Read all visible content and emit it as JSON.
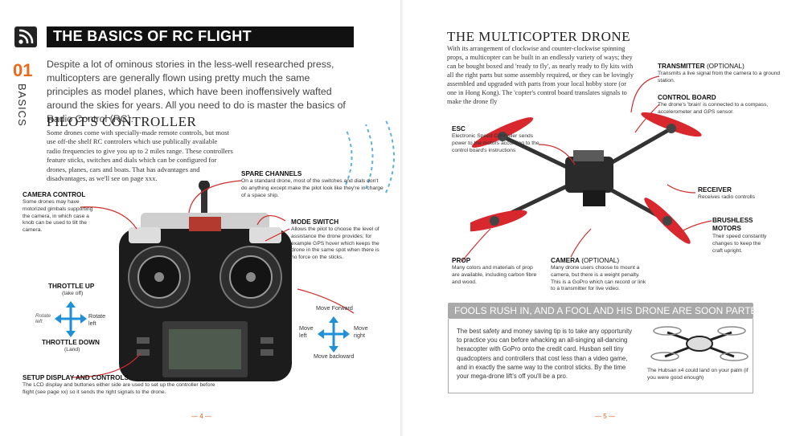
{
  "left": {
    "title": "THE BASICS OF RC FLIGHT",
    "section_number": "01",
    "section_name": "BASICS",
    "intro": "Despite a lot of ominous stories in the less-well researched press, multicopters are generally flown using pretty much the same principles as model planes, which have been inoffensively wafted around the skies for years. All you need to do is master the basics of Radio Control (RC).",
    "pilots_heading": "PILOT'S CONTROLLER",
    "pilots_body": "Some drones come with specially-made remote controls, but most use off-the shelf RC controlers which use publically available radio frequencies to give you up to 2 miles range. These controllers feature sticks, switches and dials which can be configured for drones, planes, cars and boats. That has advantages and disadvantages, as we'll see on page xxx.",
    "camera_control": {
      "label": "CAMERA CONTROL",
      "text": "Some drones may have motorized gimbals supporting the camera, in which case a knob can be used to tilt the camera."
    },
    "spare_channels": {
      "label": "SPARE CHANNELS",
      "text": "On a standard drone, most of the switches and dials don't do anything except make the pilot look like they're in charge of a space ship."
    },
    "mode_switch": {
      "label": "MODE SWITCH",
      "text": "Allows the pilot to choose the level of assistance the drone provides; for example GPS hover which keeps the drone in the same spot when there is no force on the sticks."
    },
    "throttle_up": {
      "label": "THROTTLE UP",
      "sub": "(take off)"
    },
    "throttle_down": {
      "label": "THROTTLE DOWN",
      "sub": "(Land)"
    },
    "rotate_left": "Rotate left",
    "rotate_right": "Rotate left",
    "move_forward": "Move Forward",
    "move_backward": "Move backward",
    "move_left": "Move left",
    "move_right": "Move right",
    "setup": {
      "label": "SETUP DISPLAY AND CONTROLS",
      "text": "The LCD display and buttones either side are used to set up the controller before flight (see page xx) so it sends the right signals to the drone."
    },
    "folio": "— 4 —"
  },
  "right": {
    "heading": "THE MULTICOPTER DRONE",
    "body": "With its arrangement of clockwise and counter-clockwise spinning props, a multicopter can be built in an endlessly variety of ways; they can be bought boxed and 'ready to fly', as nearly ready to fly kits with all the right parts but some assembly required, or they can be lovingly assembled and upgraded with parts from your local hobby store (or one in Hong Kong). The 'copter's control board translates signals to make the drone fly",
    "esc": {
      "label": "ESC",
      "text": "Electronic Speed Controller sends power to the motors according to the control board's instructions"
    },
    "transmitter": {
      "label": "TRANSMITTER",
      "label_extra": " (OPTIONAL)",
      "text": "Transmits a live signal from the camera to a ground station."
    },
    "control_board": {
      "label": "CONTROL BOARD",
      "text": "The drone's 'brain' is connected to a compass, accelerometer and GPS sensor."
    },
    "receiver": {
      "label": "RECEIVER",
      "text": "Receives radio controlls"
    },
    "brushless": {
      "label": "BRUSHLESS MOTORS",
      "text": "Their speed constantly changes to keep the craft upright."
    },
    "prop": {
      "label": "PROP",
      "text": "Many colors and materials of prop are available, including carbon fibre and wood."
    },
    "camera": {
      "label": "CAMERA",
      "label_extra": " (OPTIONAL)",
      "text": "Many drone users choose to mount a camera, but there is a weight penalty. This is a GoPro which can record or link to a transmitter for live video."
    },
    "fools_heading": "FOOLS RUSH IN, AND A FOOL AND HIS DRONE ARE SOON PARTED",
    "fools_body": "The best safety and money saving tip is to take any opportunity to practice you can before whacking an all-singing all-dancing hexacopter with GoPro onto the credit card. Husban sell tiny quadcopters and controllers that cost less than a video game, and in exactly the same way to the control sticks. By the time your mega-drone lift's off you'll be a pro.",
    "hubsan_caption": "The Hubsan x4 could land on your palm (if you were good enough)",
    "folio": "— 5 —"
  },
  "colors": {
    "accent": "#e86a1a",
    "prop_red": "#d9282d",
    "title_bg": "#111111",
    "arrow_blue": "#1f8fd6"
  }
}
